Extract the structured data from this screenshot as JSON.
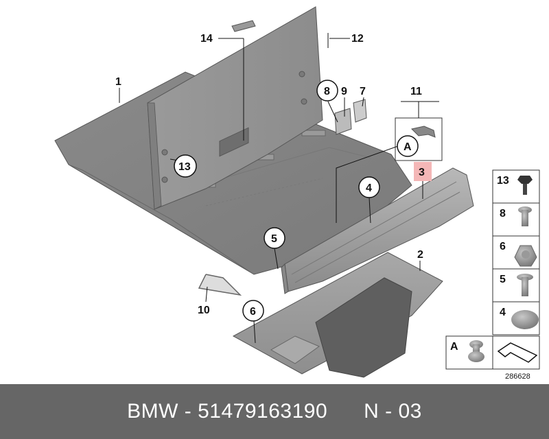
{
  "callouts": {
    "c1": "1",
    "c2": "2",
    "c3": "3",
    "c4": "4",
    "c5": "5",
    "c6": "6",
    "c7": "7",
    "c8": "8",
    "c9": "9",
    "c10": "10",
    "c11": "11",
    "c12": "12",
    "c13": "13",
    "c14": "14",
    "cA": "A"
  },
  "legend": {
    "items": [
      "13",
      "8",
      "6",
      "5",
      "4"
    ],
    "a_label": "A"
  },
  "diagram_number": "286628",
  "footer": {
    "text": "BMW - 51479163190      N - 03"
  },
  "colors": {
    "highlight": "#f4b7b7",
    "footer_bg": "#666666",
    "part_fill": "#8f8f8f"
  }
}
